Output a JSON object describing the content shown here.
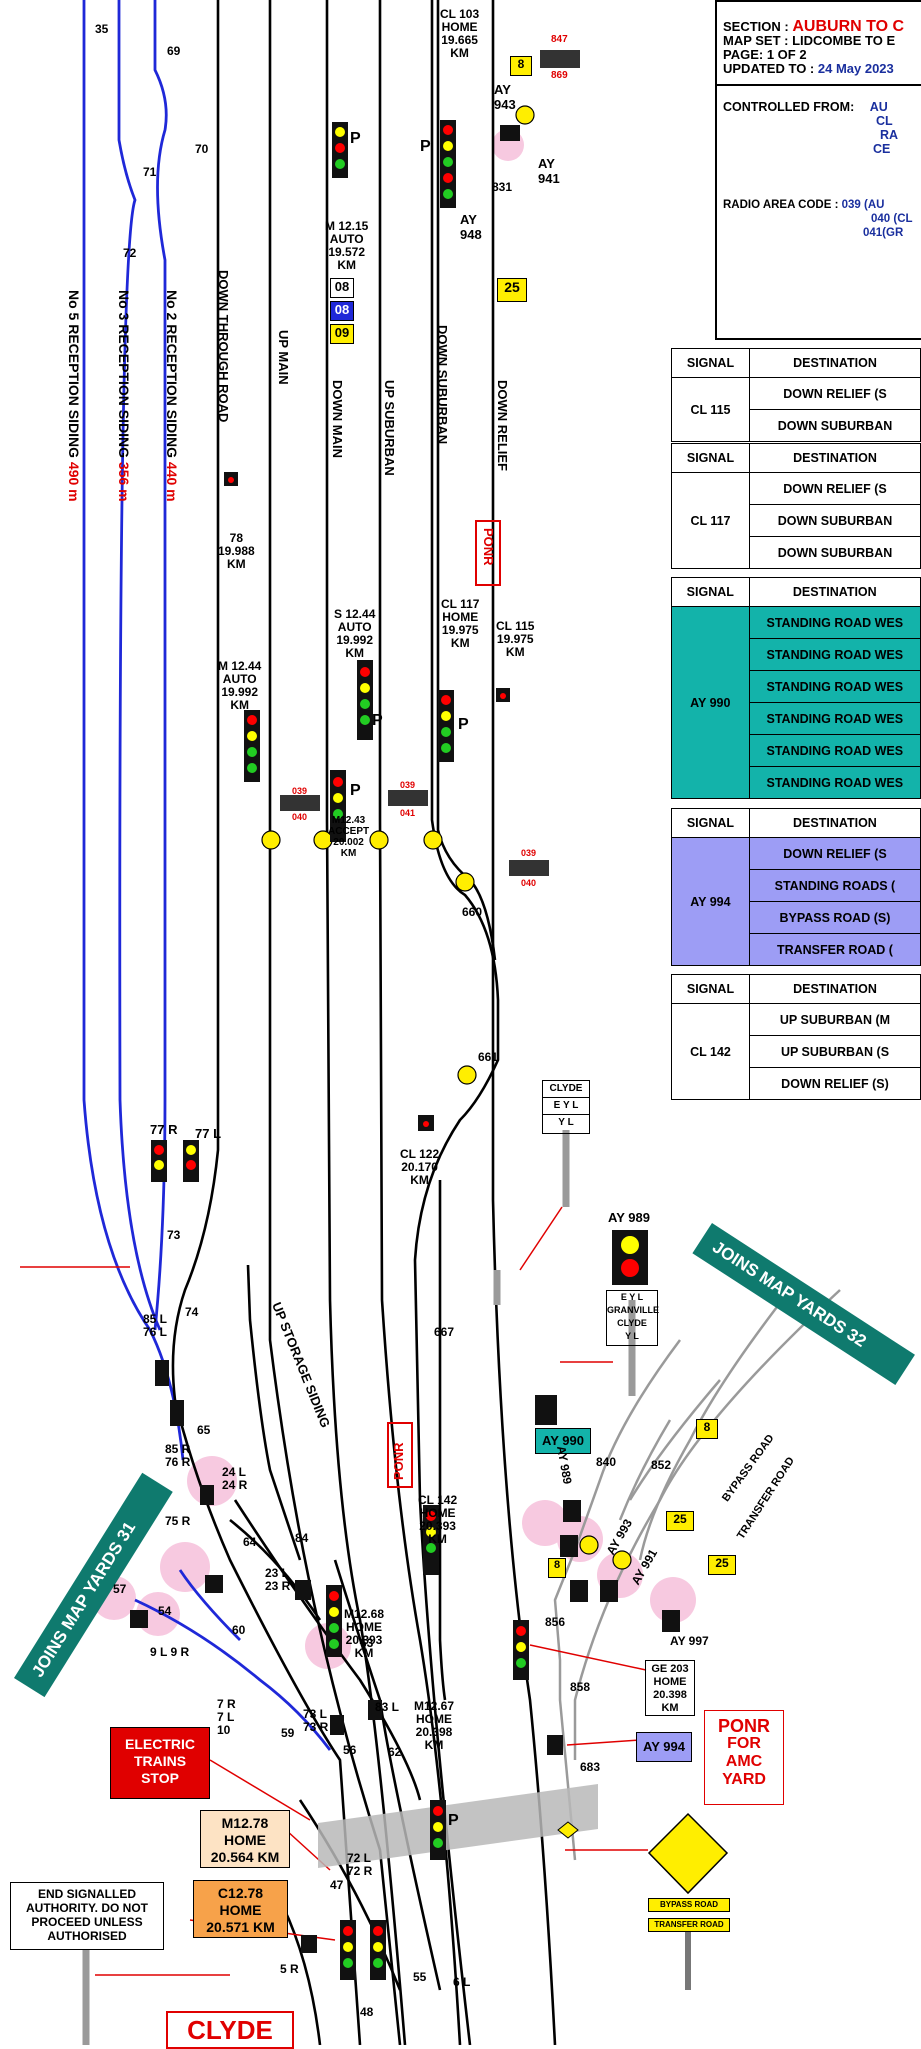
{
  "info": {
    "section_label": "SECTION :",
    "section_value": "AUBURN TO C",
    "map_set": "MAP SET : LIDCOMBE TO E",
    "page": "PAGE: 1 OF 2",
    "updated_label": "UPDATED TO :",
    "updated_value": "24 May 2023",
    "controlled_label": "CONTROLLED FROM:",
    "controlled_lines": [
      "AU",
      "CL",
      "RA",
      "CE"
    ],
    "radio_label": "RADIO AREA CODE :",
    "radio_lines": [
      "039 (AU",
      "040 (CL",
      "041(GR"
    ]
  },
  "route_tables": [
    {
      "signal": "CL 115",
      "header": [
        "SIGNAL",
        "DESTINATION"
      ],
      "rows": [
        "DOWN RELIEF (S",
        "DOWN SUBURBAN"
      ]
    },
    {
      "signal": "CL 117",
      "header": [
        "SIGNAL",
        "DESTINATION"
      ],
      "rows": [
        "DOWN RELIEF (S",
        "DOWN SUBURBAN",
        "DOWN SUBURBAN"
      ]
    },
    {
      "signal": "AY 990",
      "color": "#13b3aa",
      "header": [
        "SIGNAL",
        "DESTINATION"
      ],
      "rows": [
        "STANDING ROAD WES",
        "STANDING ROAD WES",
        "STANDING ROAD WES",
        "STANDING ROAD WES",
        "STANDING ROAD WES",
        "STANDING ROAD WES"
      ]
    },
    {
      "signal": "AY 994",
      "color": "#9d9df5",
      "header": [
        "SIGNAL",
        "DESTINATION"
      ],
      "rows": [
        "DOWN RELIEF (S",
        "STANDING ROADS (",
        "BYPASS ROAD (S)",
        "TRANSFER ROAD ("
      ]
    },
    {
      "signal": "CL 142",
      "header": [
        "SIGNAL",
        "DESTINATION"
      ],
      "rows": [
        "UP SUBURBAN (M",
        "UP SUBURBAN (S",
        "DOWN RELIEF (S)"
      ]
    }
  ],
  "track_labels": {
    "no5": "No 5 RECEPTION SIDING",
    "no5_len": "490 m",
    "no3": "No 3 RECEPTION SIDING",
    "no3_len": "356 m",
    "no2": "No 2 RECEPTION SIDING",
    "no2_len": "440 m",
    "down_through": "DOWN THROUGH ROAD",
    "up_main": "UP MAIN",
    "down_main": "DOWN MAIN",
    "up_suburban": "UP SUBURBAN",
    "down_suburban": "DOWN SUBURBAN",
    "down_relief": "DOWN RELIEF",
    "up_storage": "UP STORAGE SIDING",
    "bypass_road": "BYPASS ROAD",
    "transfer_road": "TRANSFER ROAD",
    "joins_32": "JOINS MAP YARDS 32",
    "joins_31": "JOINS MAP YARDS 31"
  },
  "signals": {
    "cl103": [
      "CL 103",
      "HOME",
      "19.665",
      "KM"
    ],
    "m1215": [
      "M 12.15",
      "AUTO",
      "19.572",
      "KM"
    ],
    "m1244": [
      "M 12.44",
      "AUTO",
      "19.992",
      "KM"
    ],
    "s1244": [
      "S 12.44",
      "AUTO",
      "19.992",
      "KM"
    ],
    "m1243": [
      "M12.43",
      "ACCEPT",
      "20.002",
      "KM"
    ],
    "cl117": [
      "CL 117",
      "HOME",
      "19.975",
      "KM"
    ],
    "cl115": [
      "CL 115",
      "19.975",
      "KM"
    ],
    "s78": [
      "78",
      "19.988",
      "KM"
    ],
    "cl122": [
      "CL 122",
      "20.170",
      "KM"
    ],
    "m1268": [
      "M12.68",
      "HOME",
      "20.393",
      "KM"
    ],
    "cl142": [
      "CL 142",
      "HOME",
      "20.393",
      "KM"
    ],
    "m1267": [
      "M12.67",
      "HOME",
      "20.398",
      "KM"
    ],
    "ge203": [
      "GE 203",
      "HOME",
      "20.398",
      "KM"
    ],
    "m1278": [
      "M12.78",
      "HOME",
      "20.564 KM"
    ],
    "c1278": [
      "C12.78",
      "HOME",
      "20.571 KM"
    ]
  },
  "small_labels": {
    "ay943": "AY\n943",
    "ay941": "AY\n941",
    "ay948": "AY\n948",
    "ay989_top": "AY 989",
    "ay989": "AY 989",
    "ay993": "AY 993",
    "ay991": "AY 991",
    "ay997": "AY 997",
    "ay990_box": "AY 990",
    "ay994_box": "AY 994",
    "l77r": "77 R",
    "l77l": "77 L",
    "l85l": "85 L\n76 L",
    "l85r": "85 R\n76 R",
    "l24": "24 L\n24 R",
    "l75r": "75 R",
    "l23": "23 L\n23 R",
    "l9": "9 L 9 R",
    "l7": "7 R\n7 L\n10",
    "l73": "73 L\n73 R",
    "l83l": "83 L",
    "l72": "72 L\n72 R",
    "l5r": "5 R",
    "l6l": "6 L",
    "n35": "35",
    "n69": "69",
    "n70": "70",
    "n71": "71",
    "n72": "72",
    "n73": "73",
    "n74": "74",
    "n65": "65",
    "n64": "64",
    "n84": "84",
    "n57": "57",
    "n54": "54",
    "n60": "60",
    "n59": "59",
    "n56": "56",
    "n63": "63",
    "n62": "62",
    "n55": "55",
    "n47": "47",
    "n48": "48",
    "n831": "831",
    "n840": "840",
    "n852": "852",
    "n856": "856",
    "n858": "858",
    "n683": "683",
    "n660": "660",
    "n661": "661",
    "n667": "667",
    "p": "P",
    "b08a": "08",
    "b08b": "08",
    "b09": "09",
    "y8": "8",
    "y25": "25",
    "r847": "847",
    "r869": "869",
    "r039": "039",
    "r040": "040",
    "r041": "041"
  },
  "callouts": {
    "ponr1": "PONR",
    "ponr2": "PONR",
    "ponr_amc": [
      "PONR",
      "FOR",
      "AMC",
      "YARD"
    ],
    "electric": [
      "ELECTRIC",
      "TRAINS",
      "STOP"
    ],
    "end_auth": [
      "END SIGNALLED",
      "AUTHORITY. DO NOT",
      "PROCEED UNLESS",
      "AUTHORISED"
    ],
    "clyde": "CLYDE",
    "sign_clyde": [
      "CLYDE",
      "E Y L",
      "Y L"
    ],
    "sign_granville": [
      "E Y L",
      "GRANVILLE",
      "CLYDE",
      "Y L"
    ],
    "bypass_plate": "BYPASS ROAD",
    "transfer_plate": "TRANSFER ROAD"
  },
  "colors": {
    "teal": "#13b3aa",
    "lavender": "#9d9df5",
    "track_blue": "#1f28d8",
    "red": "#e00000",
    "yellow": "#ffee00",
    "orange_box": "#f7a24a",
    "peach_box": "#fde3c4"
  }
}
